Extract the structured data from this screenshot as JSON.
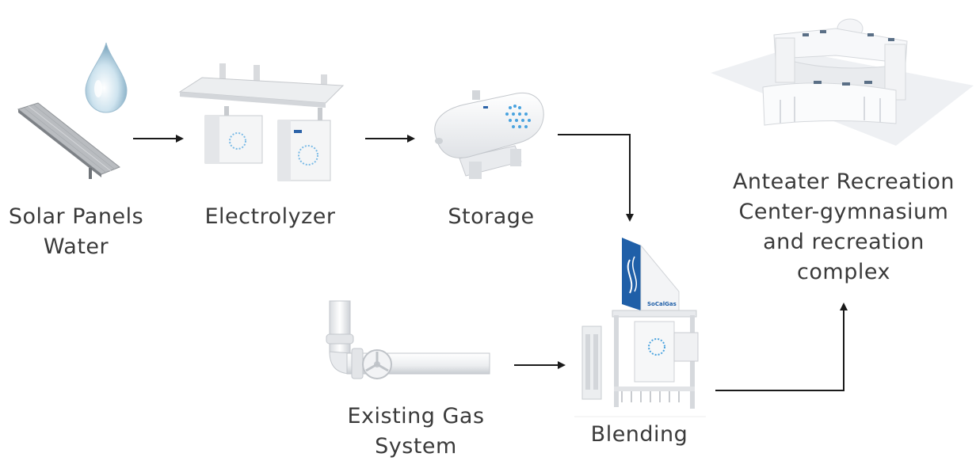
{
  "nodes": {
    "solar_water": {
      "lines": [
        "Solar Panels",
        "Water"
      ]
    },
    "electrolyzer": {
      "lines": [
        "Electrolyzer"
      ]
    },
    "storage": {
      "lines": [
        "Storage"
      ]
    },
    "gas_system": {
      "lines": [
        "Existing Gas",
        "System"
      ]
    },
    "blending": {
      "lines": [
        "Blending"
      ]
    },
    "destination": {
      "lines": [
        "Anteater Recreation",
        "Center-gymnasium",
        "and recreation",
        "complex"
      ]
    }
  },
  "equipment_brand": "SoCalGas",
  "colors": {
    "text": "#3a3a3a",
    "arrow": "#1a1a1a",
    "accent_blue": "#1f5fa8",
    "dot_blue": "#4aa3df"
  }
}
